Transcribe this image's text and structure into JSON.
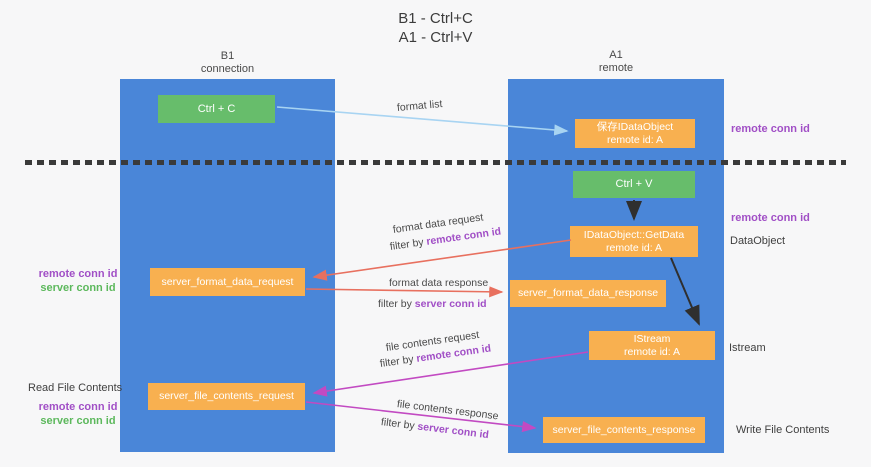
{
  "title": {
    "line1": "B1 - Ctrl+C",
    "line2": "A1 - Ctrl+V"
  },
  "lifelines": {
    "left": {
      "name": "B1",
      "role": "connection"
    },
    "right": {
      "name": "A1",
      "role": "remote"
    }
  },
  "nodes": {
    "ctrl_c": {
      "label": "Ctrl + C"
    },
    "ctrl_v": {
      "label": "Ctrl + V"
    },
    "save_dataobject": {
      "line1": "保存IDataObject",
      "line2": "remote id: A"
    },
    "getdata": {
      "line1": "IDataObject::GetData",
      "line2": "remote id: A"
    },
    "istream": {
      "line1": "IStream",
      "line2": "remote id: A"
    },
    "server_format_data_request": {
      "label": "server_format_data_request"
    },
    "server_format_data_response": {
      "label": "server_format_data_response"
    },
    "server_file_contents_request": {
      "label": "server_file_contents_request"
    },
    "server_file_contents_response": {
      "label": "server_file_contents_response"
    }
  },
  "edge_labels": {
    "format_list": "format list",
    "format_data_request": "format data request",
    "format_data_response": "format data response",
    "file_contents_request": "file contents request",
    "file_contents_response": "file contents response",
    "filter_by": "filter by ",
    "remote_conn_id": "remote conn id",
    "server_conn_id": "server conn id"
  },
  "side_labels": {
    "right_remote_conn_id_top": "remote conn id",
    "right_remote_conn_id_mid": "remote conn id",
    "right_dataobject": "DataObject",
    "right_istream": "Istream",
    "right_write_file_contents": "Write File Contents",
    "left_remote_conn_id_1": "remote conn id",
    "left_server_conn_id_1": "server conn id",
    "left_read_file_contents": "Read File Contents",
    "left_remote_conn_id_2": "remote conn id",
    "left_server_conn_id_2": "server conn id"
  },
  "colors": {
    "lifeline_blue": "#4a86d8",
    "node_green": "#67bd6b",
    "node_orange": "#f8b050",
    "arrow_light_blue": "#a8d4f2",
    "arrow_red": "#e8705f",
    "arrow_magenta": "#c24ac2",
    "arrow_black": "#2f2f2f",
    "conn_id_purple": "#a14fc6",
    "conn_id_green": "#5cb85c",
    "background": "#f7f7f8"
  }
}
